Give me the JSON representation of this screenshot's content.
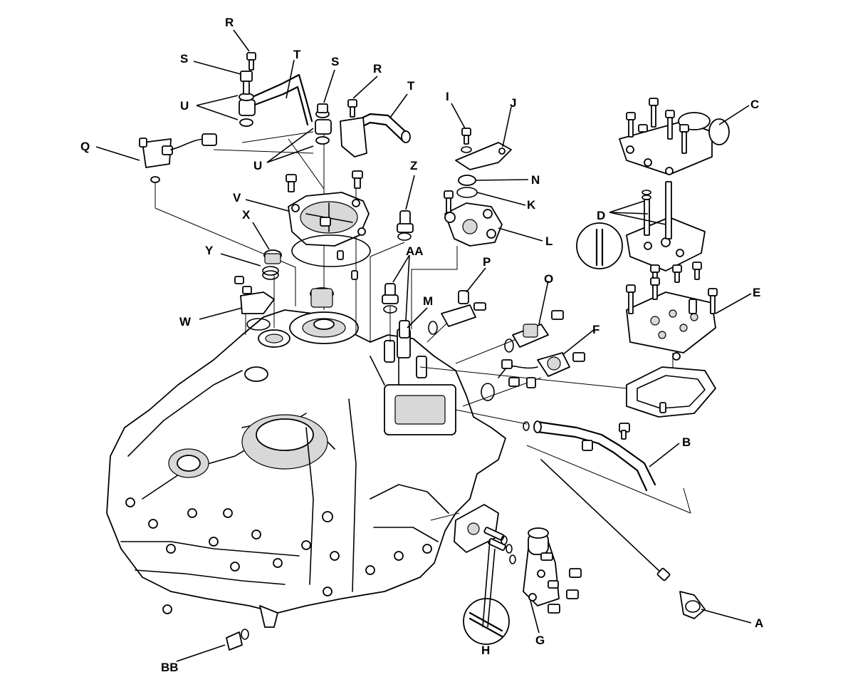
{
  "callouts": {
    "A": "A",
    "B": "B",
    "C": "C",
    "D": "D",
    "E": "E",
    "F": "F",
    "G": "G",
    "H": "H",
    "I": "I",
    "J": "J",
    "K": "K",
    "L": "L",
    "M": "M",
    "N": "N",
    "O": "O",
    "P": "P",
    "Q": "Q",
    "R": "R",
    "S": "S",
    "T": "T",
    "U": "U",
    "V": "V",
    "W": "W",
    "X": "X",
    "Y": "Y",
    "Z": "Z",
    "AA": "AA",
    "BB": "BB"
  }
}
